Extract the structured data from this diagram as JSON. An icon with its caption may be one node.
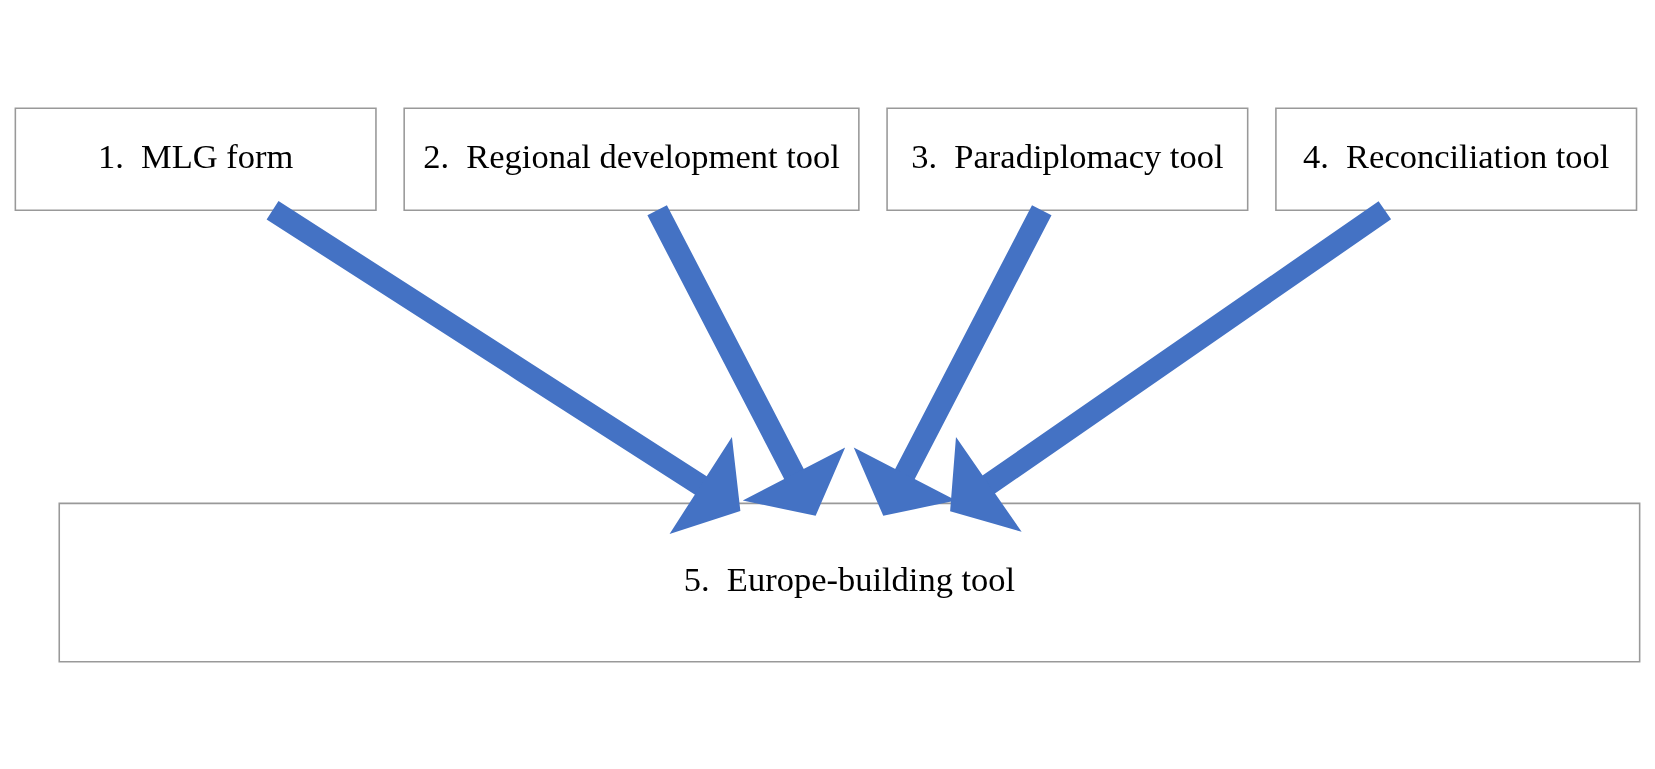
{
  "diagram": {
    "nodes": [
      {
        "text": [
          "1.  MLG form"
        ]
      },
      {
        "text": [
          "2.  Regional development tool"
        ]
      },
      {
        "text": [
          "3.  Paradiplomacy tool"
        ]
      },
      {
        "text": [
          "4.  Reconciliation tool"
        ]
      },
      {
        "text": [
          "5.  Europe-building tool"
        ]
      }
    ],
    "edges": [
      {
        "from": 0,
        "to": 4,
        "arrow": "to"
      },
      {
        "from": 1,
        "to": 4,
        "arrow": "to"
      },
      {
        "from": 2,
        "to": 4,
        "arrow": "to"
      },
      {
        "from": 3,
        "to": 4,
        "arrow": "to"
      }
    ]
  }
}
